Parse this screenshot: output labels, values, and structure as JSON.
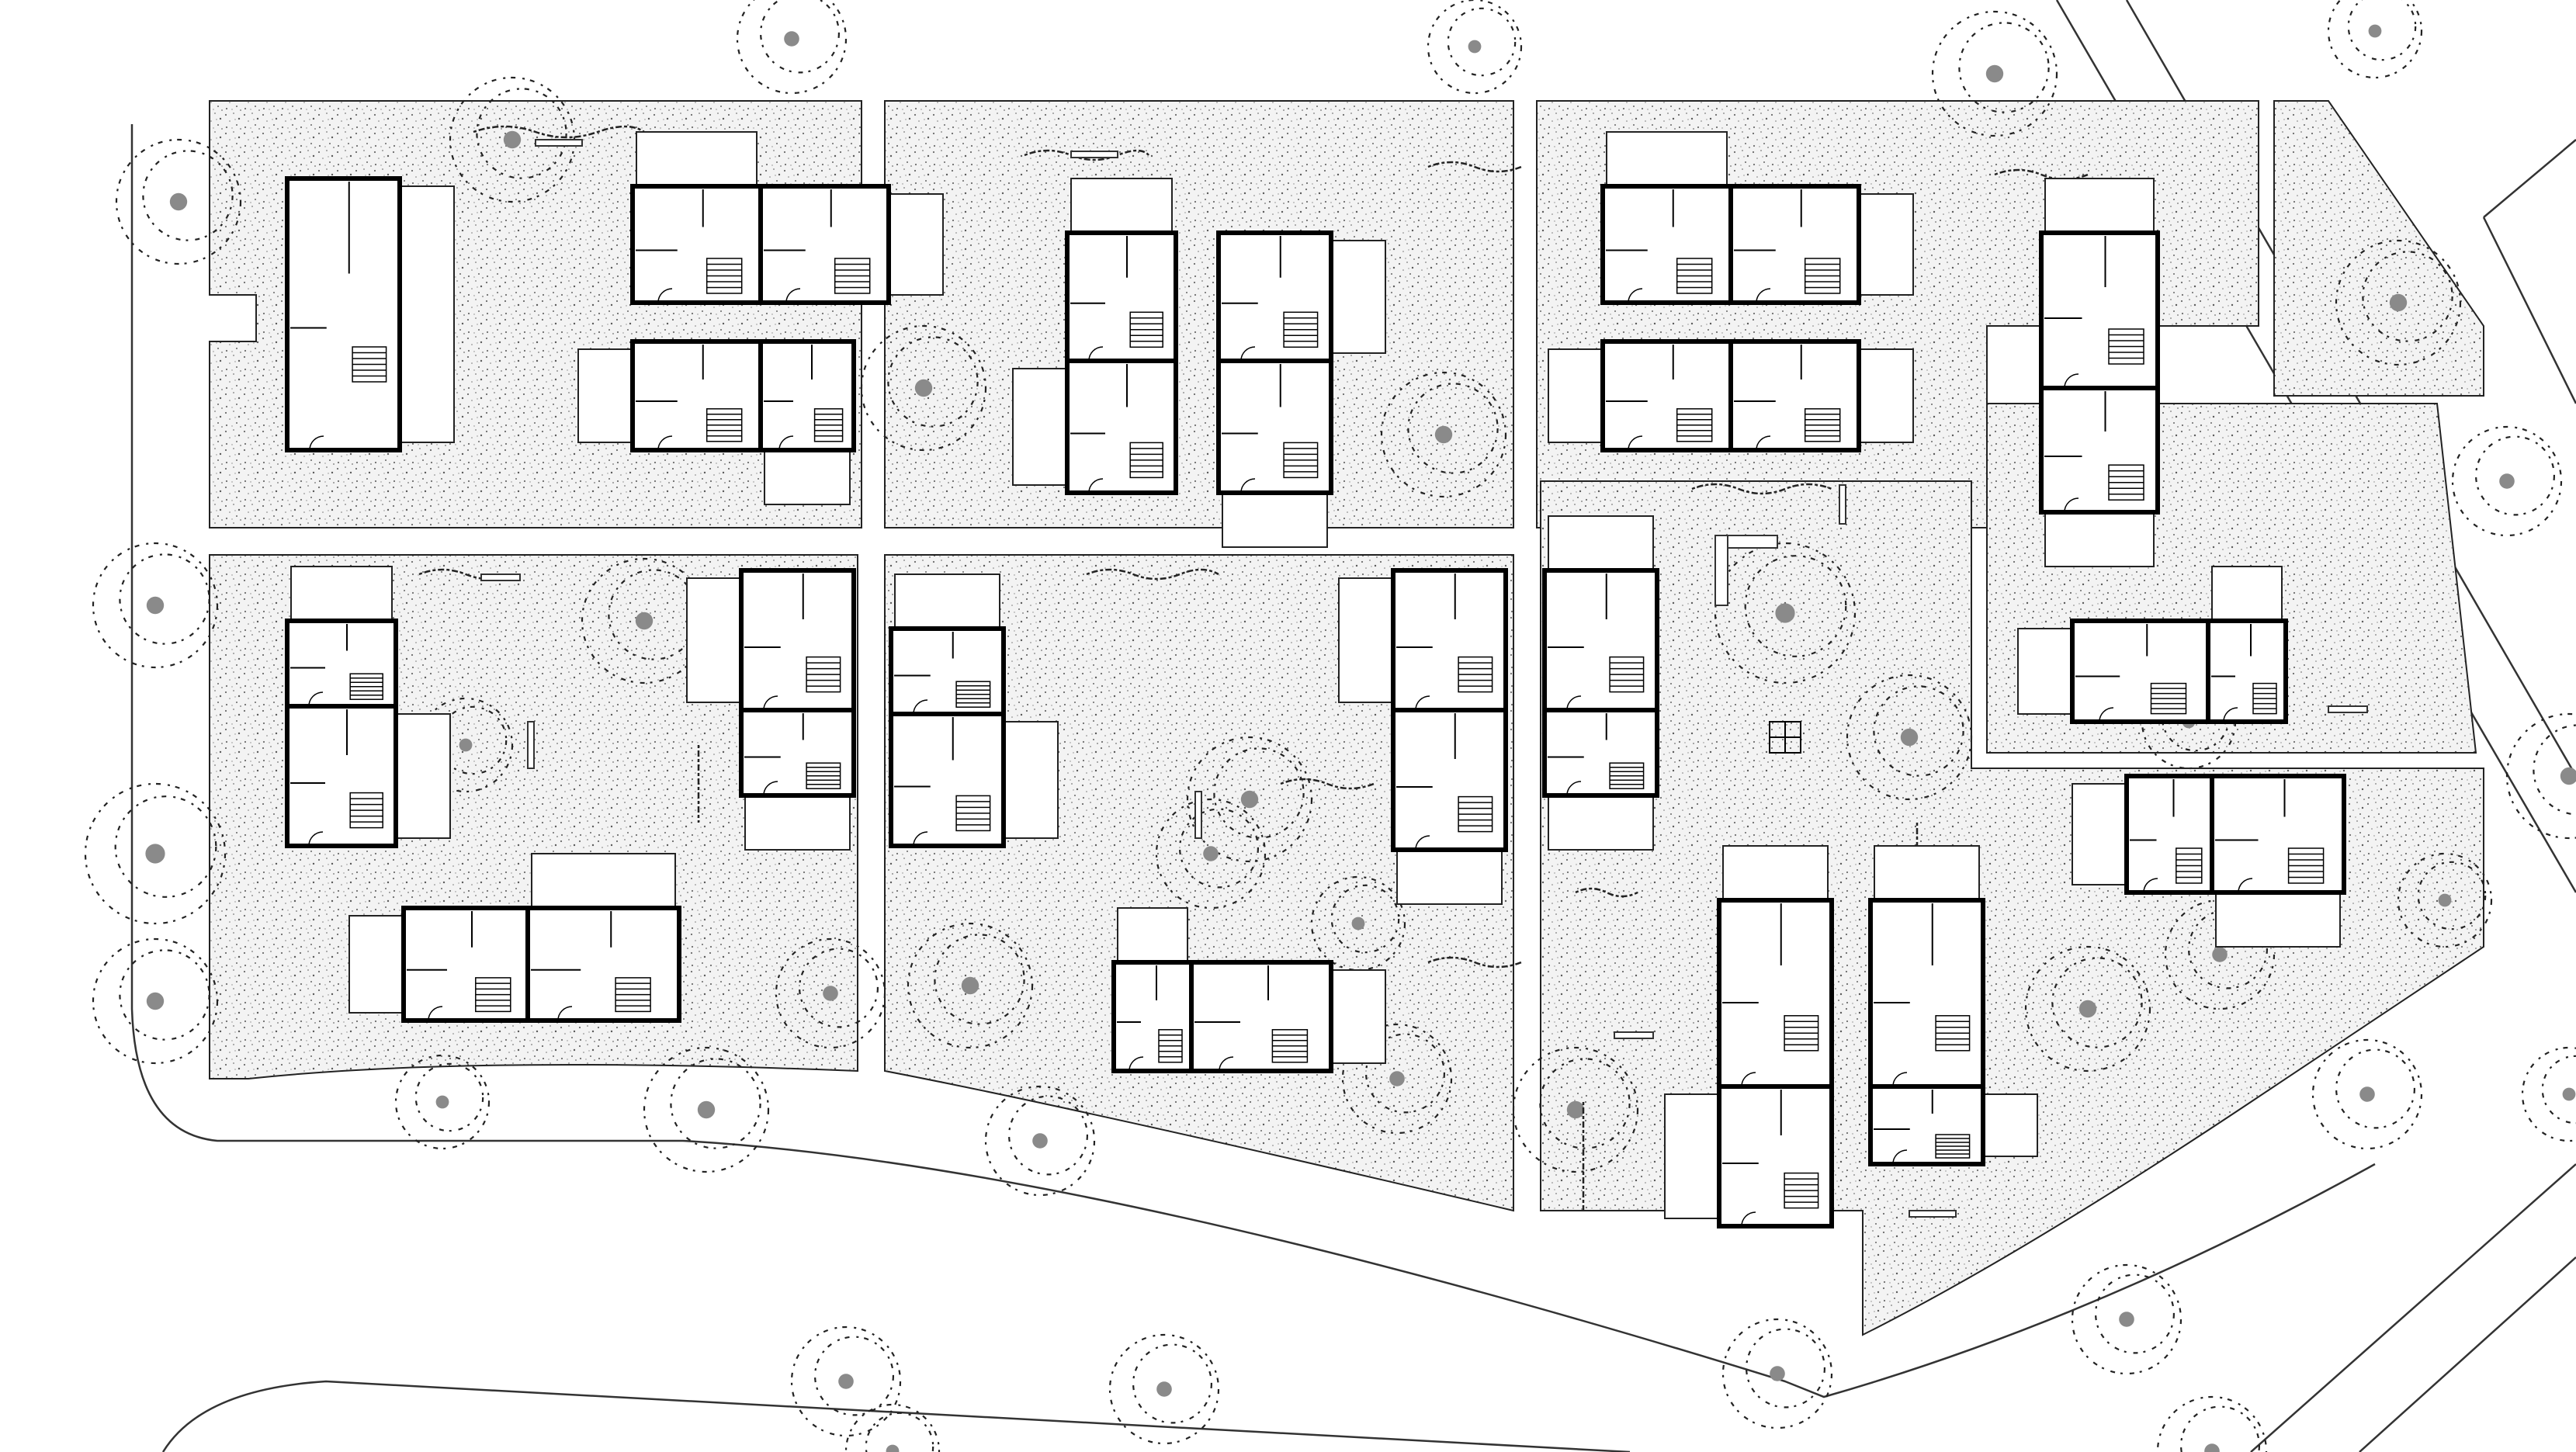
{
  "drawing": {
    "kind": "site-plan",
    "style": "black-line architectural drawing on white with stippled gravel ground",
    "colors": {
      "background": "#ffffff",
      "ink": "#000000",
      "ground_stipple": "#5a5a5a",
      "tree_trunk": "#8a8a8a"
    },
    "icons": {
      "tree": "dashed-canopy-circle-with-grey-dot",
      "house": "square-plan-with-thick-walls",
      "terrace": "hatched-deck",
      "stairs": "stair-run",
      "hedge": "dashed-hedge-strip",
      "bench": "bench-rectangle"
    },
    "legend_text": ""
  }
}
